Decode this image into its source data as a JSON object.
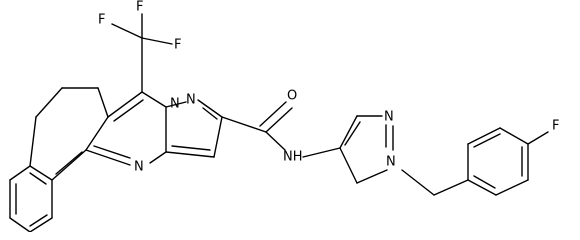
{
  "molecule": {
    "atom_labels": {
      "f1": "F",
      "f2": "F",
      "f3": "F",
      "n_bridge": "N",
      "n_pyrazole": "N",
      "n_pyrimidine": "N",
      "o_carbonyl": "O",
      "nh_amide": "NH",
      "n_pz2": "N",
      "n_pz1": "N",
      "f_aryl": "F"
    }
  }
}
